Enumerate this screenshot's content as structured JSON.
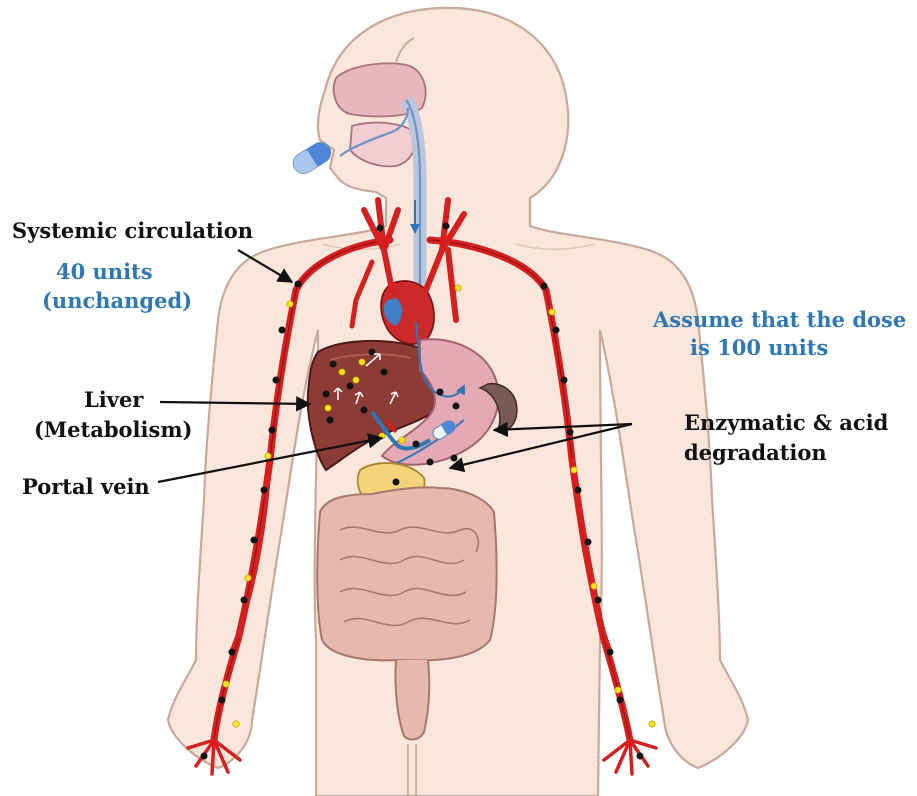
{
  "labels": {
    "systemic": "Systemic circulation",
    "units": "40 units",
    "unchanged": "(unchanged)",
    "liver": "Liver",
    "metabolism": "(Metabolism)",
    "portal": "Portal vein",
    "enzymatic_1": "Enzymatic & acid",
    "enzymatic_2": "degradation",
    "assume_1": "Assume that the dose",
    "assume_2": "is 100 units"
  },
  "colors": {
    "text": "#111111",
    "accent_blue": "#2f78b5",
    "skin": "#fbe6dc",
    "skin_outline": "#c9a99a",
    "artery": "#d61f1f",
    "artery_dark": "#8a0f0f",
    "liver": "#8c3b35",
    "stomach": "#e3a9b4",
    "intestine": "#e6b9ae",
    "esophagus_tube": "#6f93c4",
    "particle_black": "#141414",
    "particle_yellow": "#ffe21a",
    "capsule_blue": "#4f86d8",
    "capsule_white": "#eef4fb"
  },
  "icons": {
    "capsule": "capsule-icon",
    "particle_black": "drug-particle-black",
    "particle_yellow": "metabolite-particle-yellow"
  }
}
